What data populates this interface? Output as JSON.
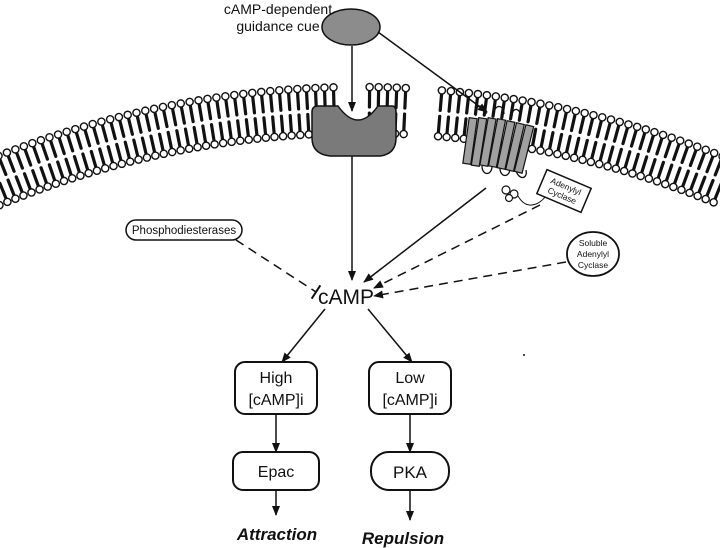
{
  "labels": {
    "cue_line1": "cAMP-dependent",
    "cue_line2": "guidance cue",
    "phosphodiesterases": "Phosphodiesterases",
    "tm_ac_line1": "Adenylyl",
    "tm_ac_line2": "Cyclase",
    "soluble_line1": "Soluble",
    "soluble_line2": "Adenylyl",
    "soluble_line3": "Cyclase",
    "camp": "cAMP",
    "high_line1": "High",
    "high_line2": "[cAMP]i",
    "low_line1": "Low",
    "low_line2": "[cAMP]i",
    "epac": "Epac",
    "pka": "PKA",
    "attraction": "Attraction",
    "repulsion": "Repulsion"
  },
  "colors": {
    "ink": "#111111",
    "ligand": "#8c8c8c",
    "receptor": "#7a7a7a",
    "gpcr": "#a0a0a0",
    "membrane_fill": "#ffffff"
  }
}
